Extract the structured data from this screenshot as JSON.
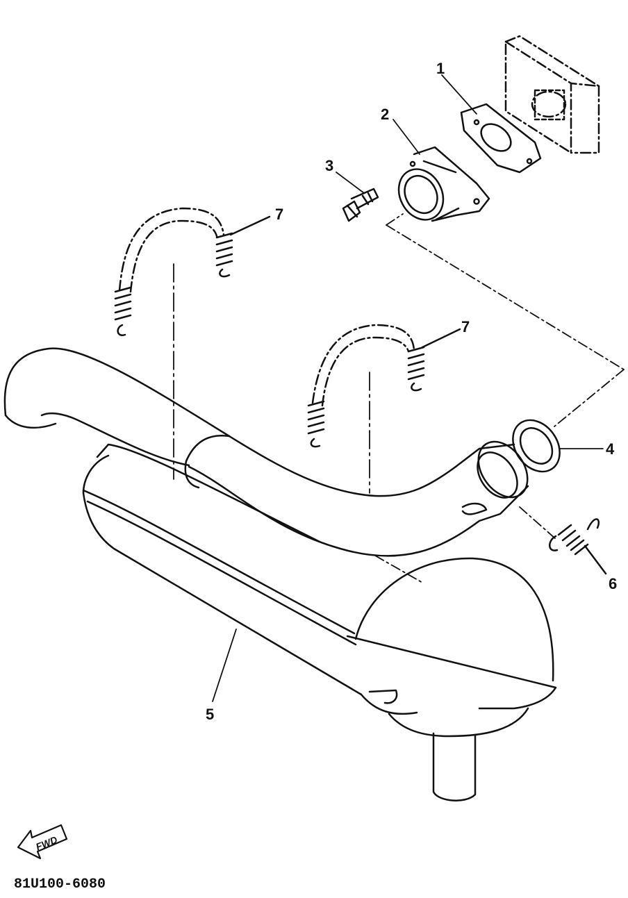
{
  "figure": {
    "part_number_code": "81U100-6080",
    "forward_arrow_label": "FWD",
    "callouts": [
      {
        "id": "1",
        "part": "gasket (flange)"
      },
      {
        "id": "2",
        "part": "exhaust manifold joint"
      },
      {
        "id": "3",
        "part": "bolt"
      },
      {
        "id": "4",
        "part": "ring gasket"
      },
      {
        "id": "5",
        "part": "muffler"
      },
      {
        "id": "6",
        "part": "tension spring"
      },
      {
        "id": "7",
        "part": "spring with rubber hanger"
      }
    ]
  },
  "colors": {
    "line": "#111111",
    "background": "#ffffff"
  }
}
